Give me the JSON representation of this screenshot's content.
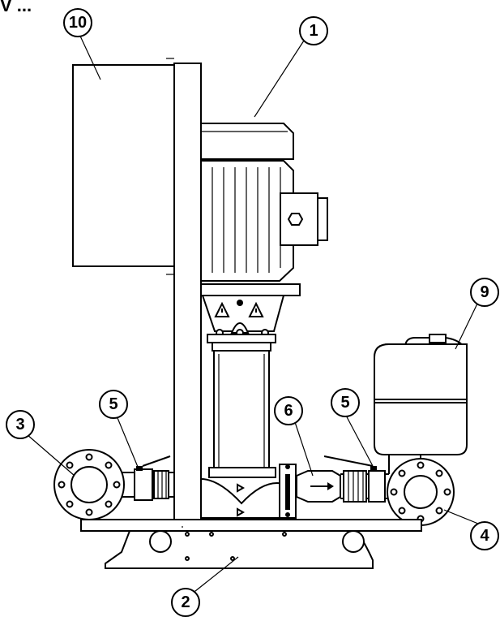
{
  "header": {
    "text": "V ..."
  },
  "callouts": [
    {
      "id": "c10",
      "number": "10"
    },
    {
      "id": "c1",
      "number": "1"
    },
    {
      "id": "c9",
      "number": "9"
    },
    {
      "id": "c3",
      "number": "3"
    },
    {
      "id": "c5a",
      "number": "5"
    },
    {
      "id": "c6",
      "number": "6"
    },
    {
      "id": "c5b",
      "number": "5"
    },
    {
      "id": "c4",
      "number": "4"
    },
    {
      "id": "c2",
      "number": "2"
    }
  ],
  "colors": {
    "line": "#000000",
    "background": "#ffffff"
  },
  "icons": [
    "warning-triangle-icon",
    "hex-nut-icon",
    "flow-arrow-icon"
  ]
}
